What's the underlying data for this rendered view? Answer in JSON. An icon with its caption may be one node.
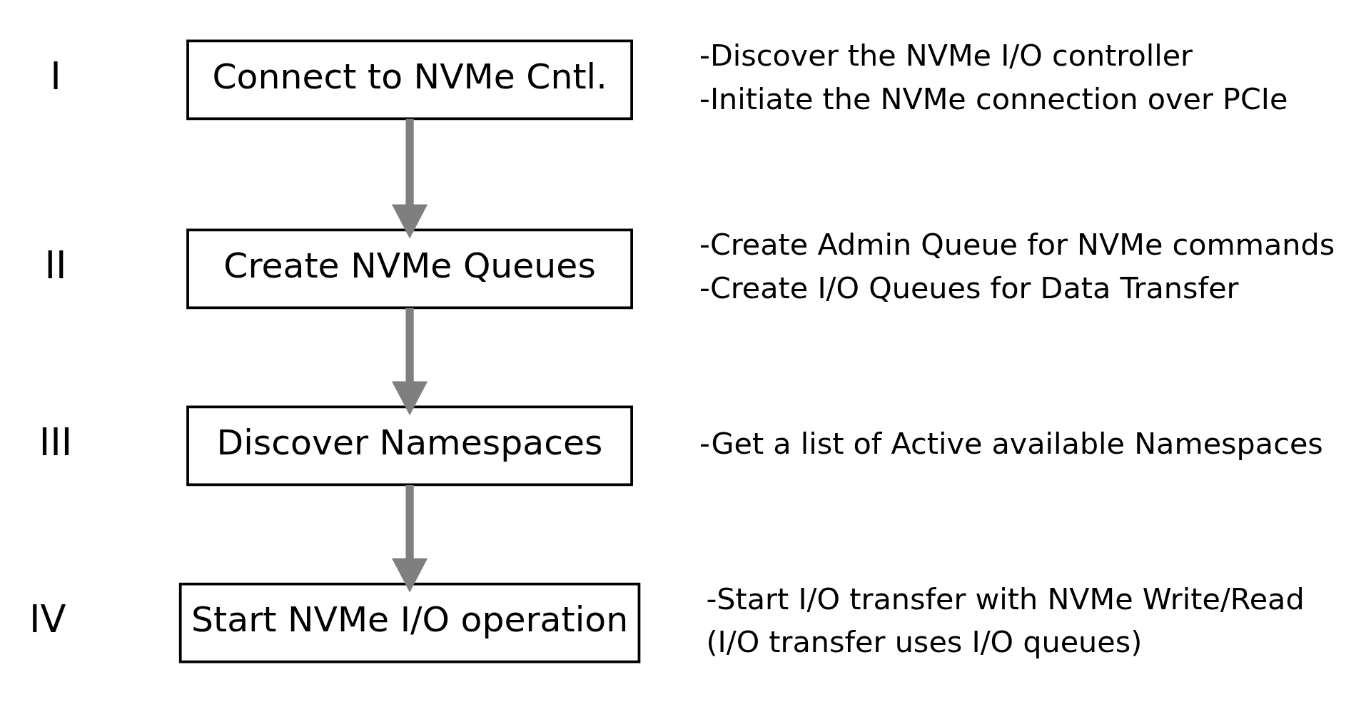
{
  "diagram": {
    "nodes": [
      {
        "text": [
          "Connect to NVMe Cntl."
        ],
        "beside": [
          "-Discover the NVMe I/O controller",
          "-Initiate the NVMe connection over PCIe"
        ]
      },
      {
        "text": [
          "Create NVMe Queues"
        ],
        "beside": [
          "-Create Admin Queue for NVMe commands",
          "-Create I/O Queues for Data Transfer"
        ]
      },
      {
        "text": [
          "Discover Namespaces"
        ],
        "beside": [
          "-Get a list of Active available Namespaces"
        ]
      },
      {
        "text": [
          "Start NVMe I/O operation"
        ],
        "beside": [
          "-Start I/O transfer with NVMe Write/Read",
          "(I/O transfer uses I/O queues)"
        ]
      }
    ],
    "edges": [
      {
        "from": 0,
        "to": 1,
        "arrow": "to"
      },
      {
        "from": 1,
        "to": 2,
        "arrow": "to"
      },
      {
        "from": 2,
        "to": 3,
        "arrow": "to"
      }
    ],
    "labels": [
      "I",
      "II",
      "III",
      "IV"
    ]
  }
}
